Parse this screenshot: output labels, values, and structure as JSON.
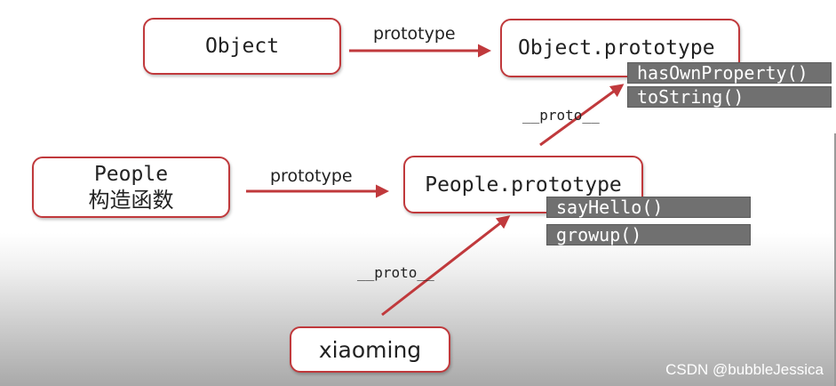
{
  "nodes": {
    "object": {
      "label": "Object"
    },
    "object_prototype": {
      "label": "Object.prototype",
      "methods": [
        "hasOwnProperty()",
        "toString()"
      ]
    },
    "people": {
      "line1": "People",
      "line2": "构造函数"
    },
    "people_prototype": {
      "label": "People.prototype",
      "methods": [
        "sayHello()",
        "growup()"
      ]
    },
    "xiaoming": {
      "label": "xiaoming"
    }
  },
  "edges": {
    "object_to_prototype": "prototype",
    "people_to_prototype": "prototype",
    "people_proto_to_object_proto": "__proto__",
    "xiaoming_to_people_proto": "__proto__"
  },
  "colors": {
    "node_border": "#c0393c",
    "arrow": "#c0393c",
    "method_bg": "#707070",
    "method_text": "#ffffff"
  },
  "watermark": "CSDN @bubbleJessica"
}
